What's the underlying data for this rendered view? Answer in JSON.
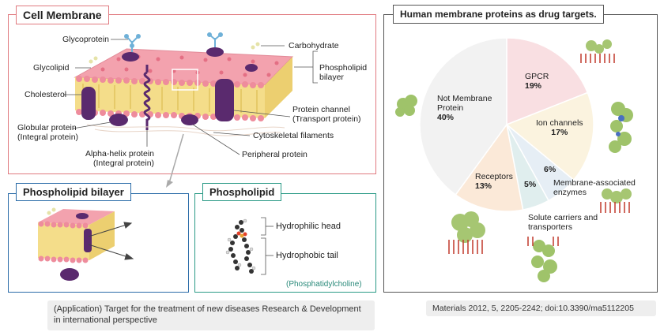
{
  "cell_membrane": {
    "title": "Cell Membrane",
    "labels": {
      "glycoprotein": "Glycoprotein",
      "carbohydrate": "Carbohydrate",
      "glycolipid": "Glycolipid",
      "phospholipid_bilayer_1": "Phospholipid",
      "phospholipid_bilayer_2": "bilayer",
      "cholesterol": "Cholesterol",
      "protein_channel_1": "Protein channel",
      "protein_channel_2": "(Transport protein)",
      "globular_1": "Globular protein",
      "globular_2": "(Integral protein)",
      "cytoskeletal": "Cytoskeletal filaments",
      "alpha_1": "Alpha-helix protein",
      "alpha_2": "(Integral protein)",
      "peripheral": "Peripheral protein"
    }
  },
  "bilayer_panel": {
    "title": "Phospholipid bilayer"
  },
  "phospholipid_panel": {
    "title": "Phospholipid",
    "hydrophilic": "Hydrophilic head",
    "hydrophobic": "Hydrophobic tail",
    "caption": "(Phosphatidylcholine)"
  },
  "application_note": "(Application) Target for the treatment of new diseases Research & Development in international perspective",
  "drug_targets": {
    "title": "Human membrane proteins as drug targets.",
    "citation": "Materials 2012, 5, 2205-2242; doi:10.3390/ma5112205"
  },
  "chart_data": {
    "type": "pie",
    "title": "Human membrane proteins as drug targets.",
    "slices": [
      {
        "label": "GPCR",
        "value": 19,
        "pct": "19%",
        "color": "#f9dfe2"
      },
      {
        "label": "Ion channels",
        "value": 17,
        "pct": "17%",
        "color": "#fbf3df"
      },
      {
        "label": "Membrane-associated enzymes",
        "value": 6,
        "pct": "6%",
        "color": "#e6eef5"
      },
      {
        "label": "Solute carriers and transporters",
        "value": 5,
        "pct": "5%",
        "color": "#e0eeee"
      },
      {
        "label": "Receptors",
        "value": 13,
        "pct": "13%",
        "color": "#fbe9d8"
      },
      {
        "label": "Not Membrane Protein",
        "value": 40,
        "pct": "40%",
        "color": "#f2f2f2"
      }
    ],
    "legend": "none"
  }
}
